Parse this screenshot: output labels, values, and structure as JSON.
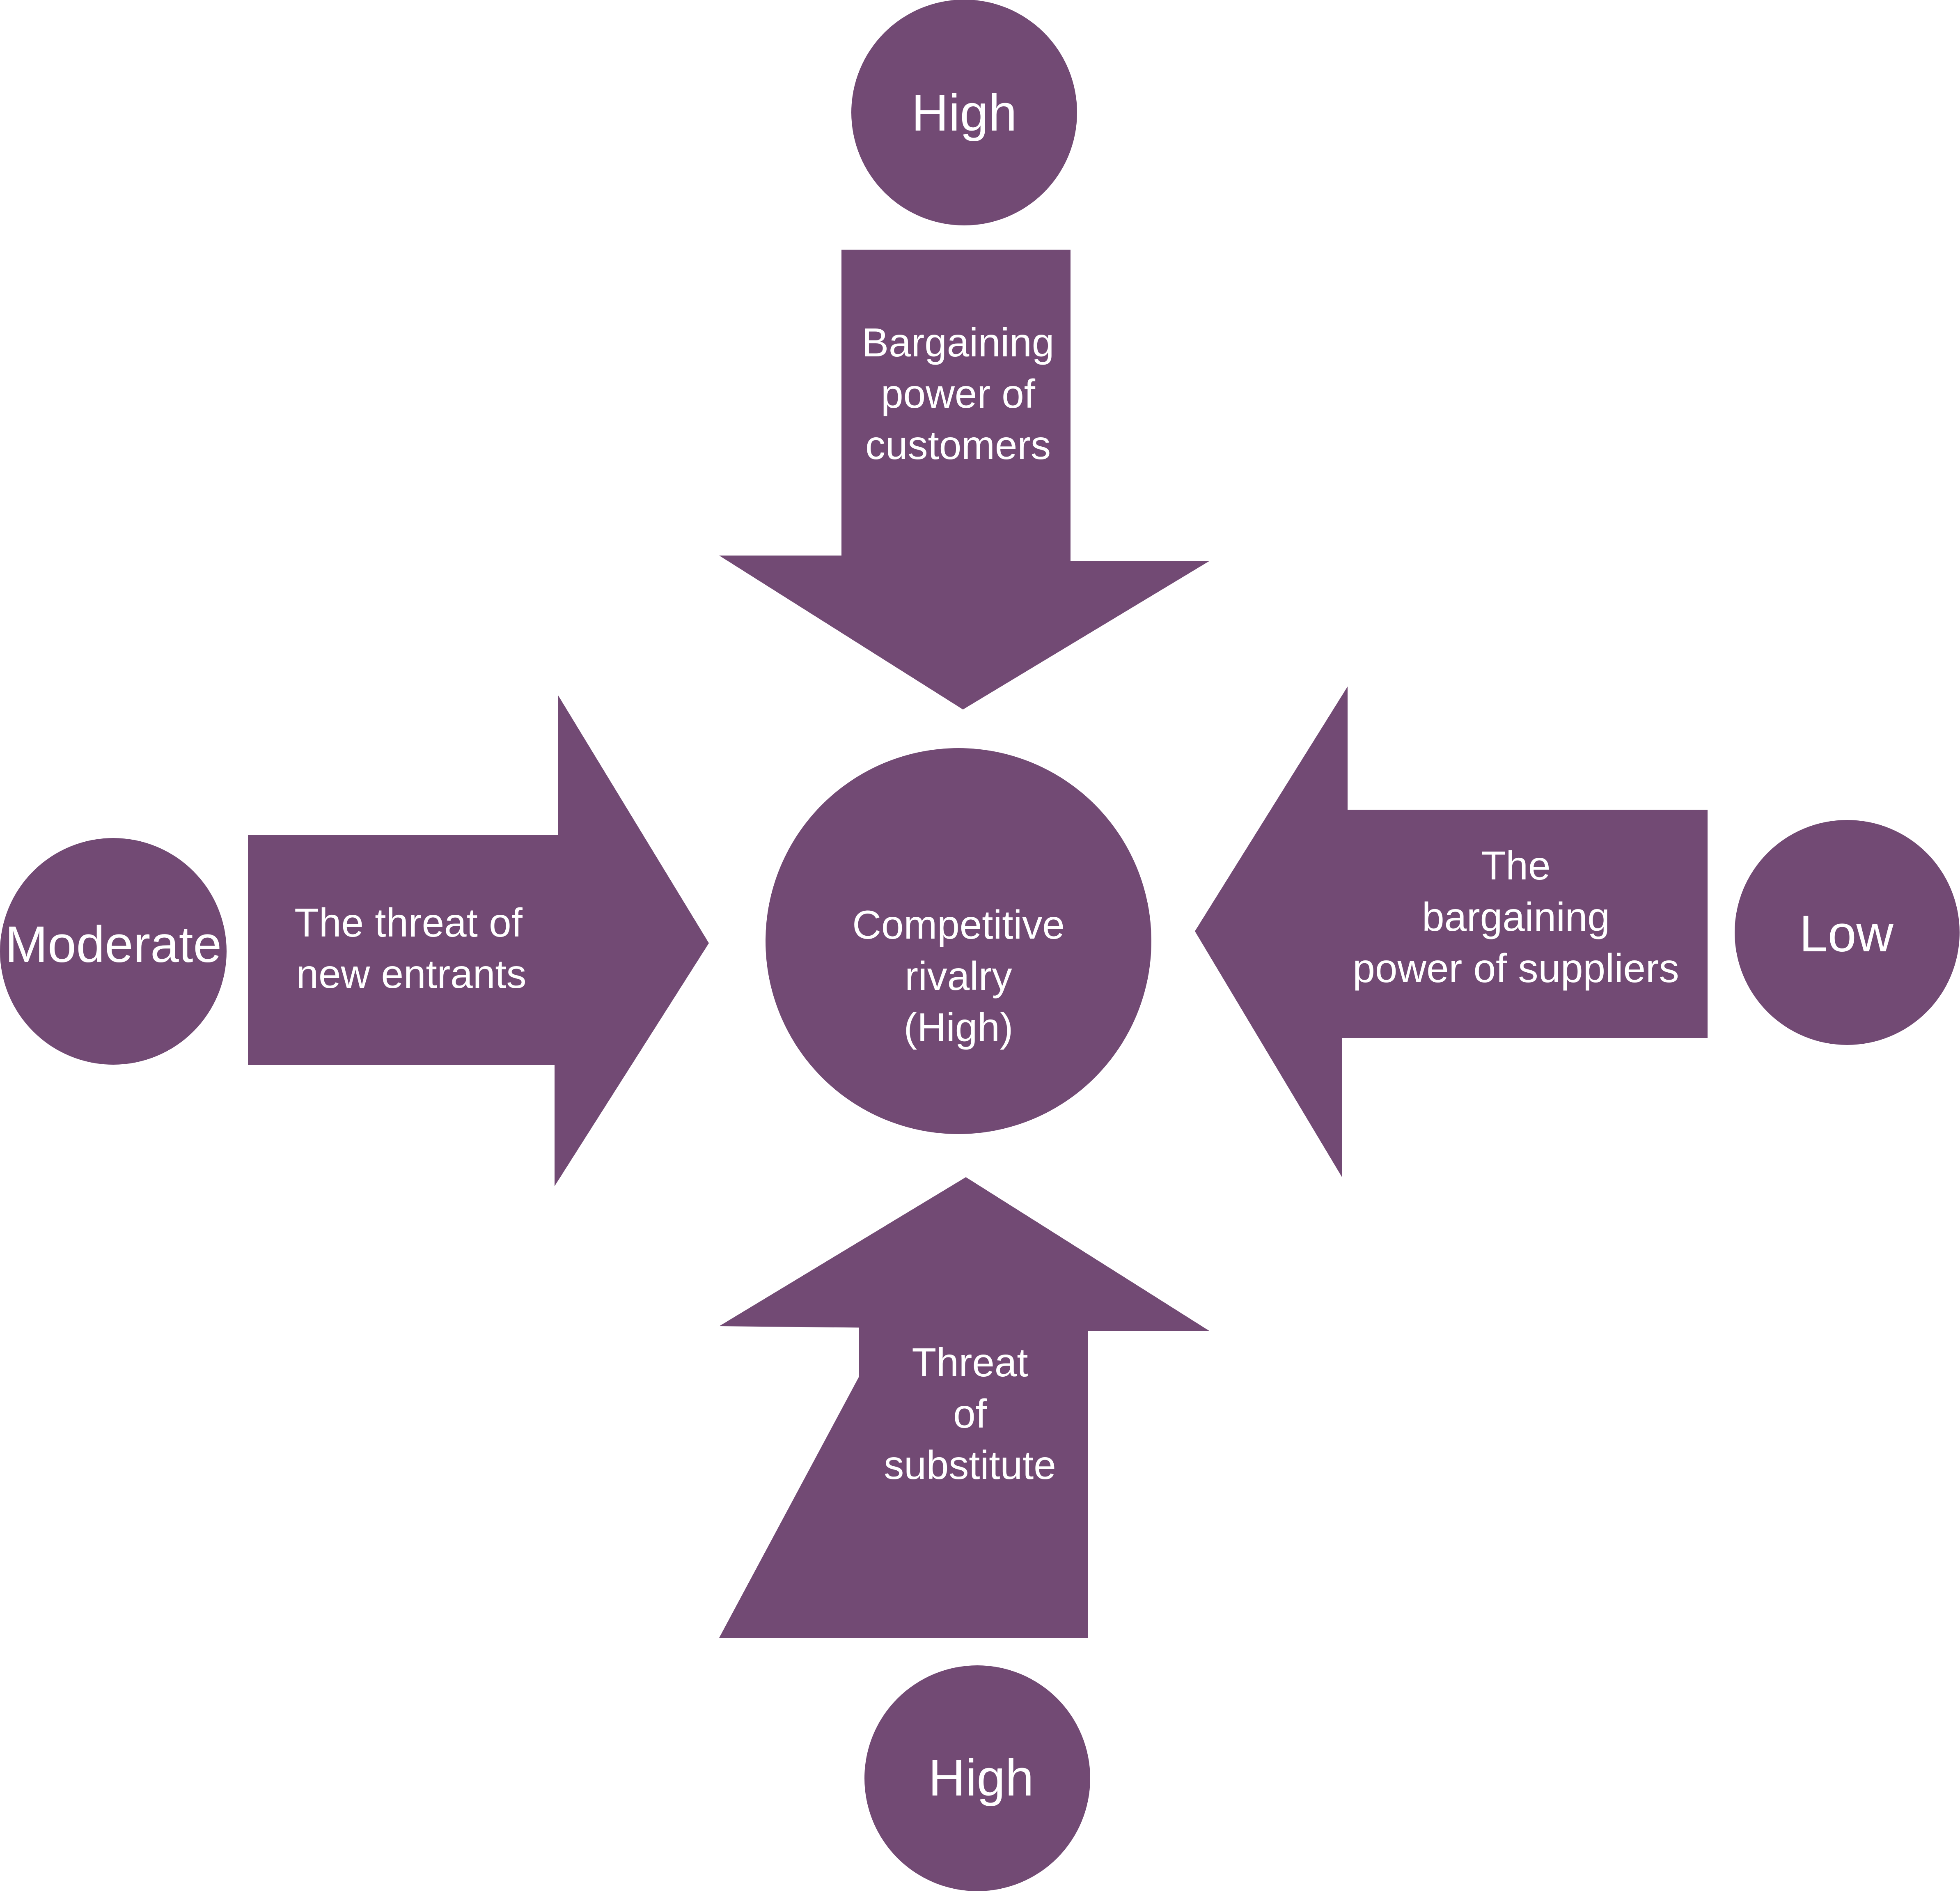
{
  "colors": {
    "shape_fill": "#724a74",
    "text": "#ffffff",
    "background": "#ffffff"
  },
  "center": {
    "lines": [
      "Competitive",
      "rivalry",
      "(High)"
    ]
  },
  "forces": {
    "top": {
      "rating": "High",
      "label_lines": [
        "Bargaining",
        "power of",
        "customers"
      ]
    },
    "left": {
      "rating": "Moderate",
      "label_lines": [
        "The threat of",
        "new entrants"
      ]
    },
    "right": {
      "rating": "Low",
      "label_lines": [
        "The",
        "bargaining",
        "power of suppliers"
      ]
    },
    "bottom": {
      "rating": "High",
      "label_lines": [
        "Threat",
        "of",
        "substitute"
      ]
    }
  }
}
